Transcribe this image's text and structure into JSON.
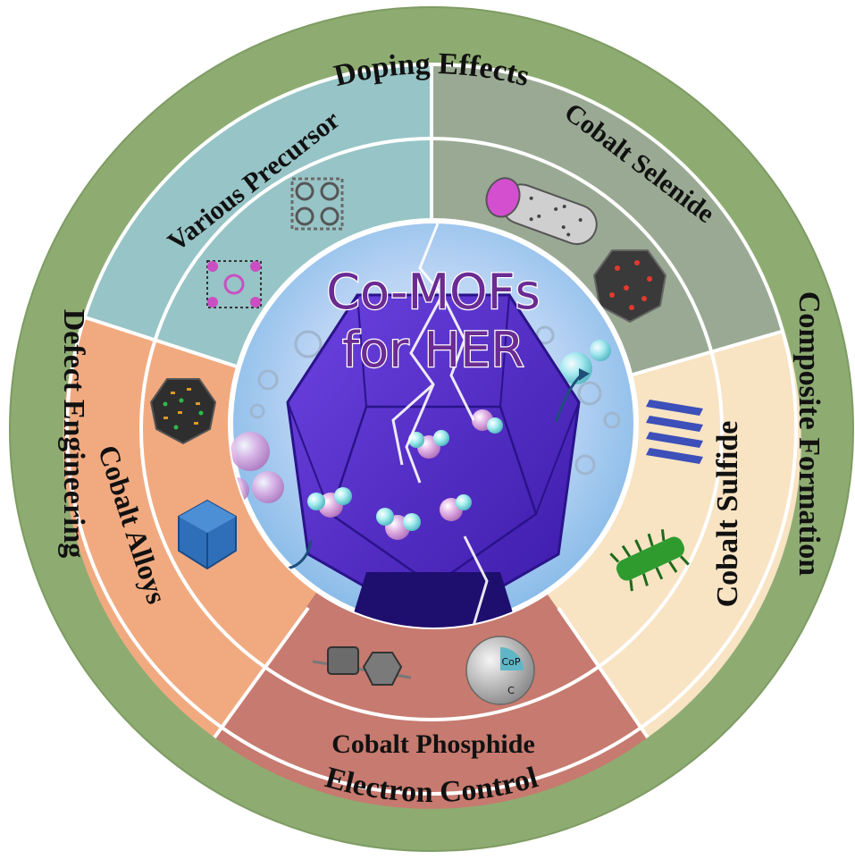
{
  "center": {
    "title_line1": "Co-MOFs",
    "title_line2": "for HER"
  },
  "outer_ring": {
    "top": "Doping Effects",
    "right": "Composite Formation",
    "bottom": "Electron Control",
    "left": "Defect Engineering"
  },
  "sectors": {
    "precursor": "Various Precursor",
    "selenide": "Cobalt  Selenide",
    "sulfide": "Cobalt Sulfide",
    "phosphide": "Cobalt Phosphide",
    "alloys": "Cobalt Alloys"
  },
  "inset_labels": {
    "core": "CoP",
    "shell": "C"
  },
  "colors": {
    "outer_ring": "#8eac72",
    "precursor": "#97c4c6",
    "selenide": "#9aa993",
    "sulfide": "#f8e3c3",
    "phosphide": "#c77a6f",
    "alloys": "#f1aa80",
    "title": "#6a2b93",
    "polyhedron": "#5a2fd0"
  }
}
